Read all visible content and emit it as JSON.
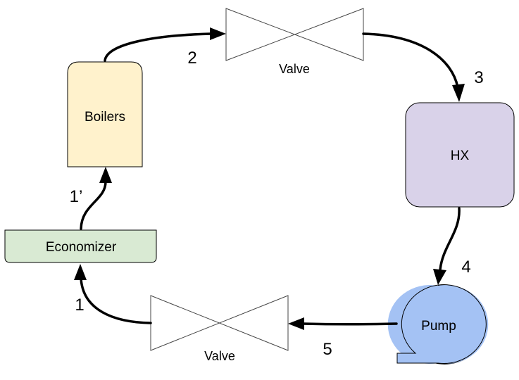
{
  "components": {
    "boilers": {
      "label": "Boilers",
      "fill": "#fff2cc"
    },
    "hx": {
      "label": "HX",
      "fill": "#d9d2e9"
    },
    "economizer": {
      "label": "Economizer",
      "fill": "#d9ead3"
    },
    "pump": {
      "label": "Pump",
      "fill": "#a4c2f4"
    },
    "valve_top": {
      "label": "Valve"
    },
    "valve_bottom": {
      "label": "Valve"
    }
  },
  "state_points": {
    "p1": "1",
    "p1_prime": "1’",
    "p2": "2",
    "p3": "3",
    "p4": "4",
    "p5": "5"
  },
  "colors": {
    "outline": "#000000",
    "valve_outline": "#444444",
    "valve_fill": "#ffffff"
  }
}
